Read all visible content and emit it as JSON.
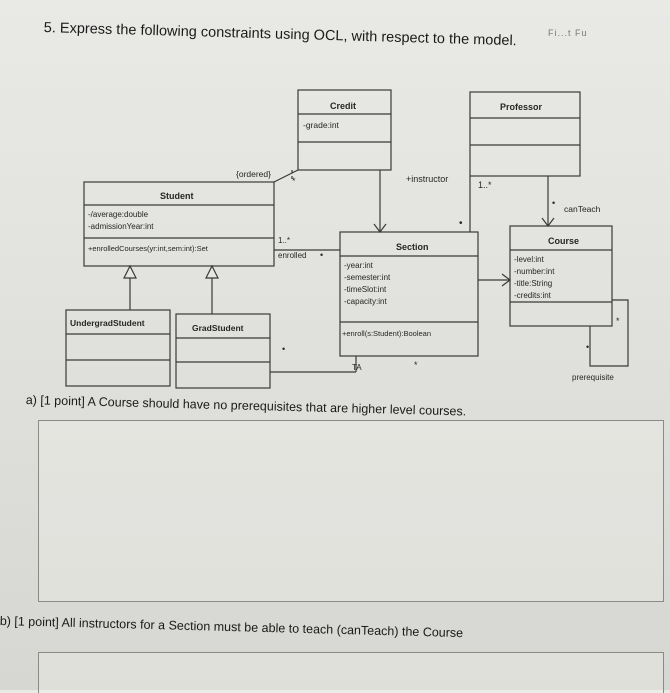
{
  "question": {
    "title": "5. Express the following constraints using OCL, with respect to the model.",
    "corner_text": "Fi...t Fu"
  },
  "uml": {
    "credit": {
      "name": "Credit",
      "attributes": [
        "-grade:int"
      ]
    },
    "professor": {
      "name": "Professor",
      "attributes": []
    },
    "student": {
      "name": "Student",
      "attributes": [
        "-/average:double",
        "-admissionYear:int"
      ],
      "operations": [
        "+enrolledCourses(yr:int,sem:int):Set"
      ]
    },
    "section": {
      "name": "Section",
      "attributes": [
        "-year:int",
        "-semester:int",
        "-timeSlot:int",
        "-capacity:int"
      ],
      "operations": [
        "+enroll(s:Student):Boolean"
      ]
    },
    "course": {
      "name": "Course",
      "attributes": [
        "-level:int",
        "-number:int",
        "-title:String",
        "-credits:int"
      ]
    },
    "undergrad": {
      "name": "UndergradStudent"
    },
    "grad": {
      "name": "GradStudent"
    },
    "labels": {
      "ordered": "{ordered}",
      "instructor": "+instructor",
      "instructor_mult": "1..*",
      "enrolled": "enrolled",
      "enrolled_mult": "1..*",
      "canteach": "canTeach",
      "prerequisite": "prerequisite",
      "ta": "TA",
      "star": "*",
      "dot": "•"
    }
  },
  "parts": {
    "a_label": "a) [1 point] A Course should have no prerequisites that are higher level courses.",
    "b_label": "b) [1 point] All instructors for a Section must be able to teach (canTeach) the Course"
  }
}
